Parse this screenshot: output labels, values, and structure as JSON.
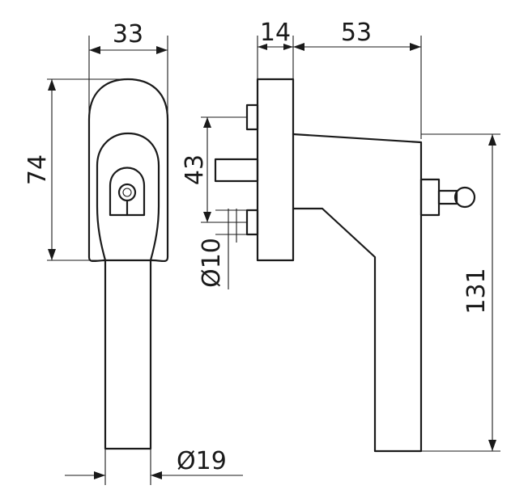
{
  "drawing": {
    "dimensions": {
      "width_top_front": "33",
      "height_escutcheon": "74",
      "thickness_side": "14",
      "projection_side": "53",
      "spindle_spacing": "43",
      "spindle_diameter": "Ø10",
      "handle_diameter": "Ø19",
      "total_height": "131"
    }
  }
}
